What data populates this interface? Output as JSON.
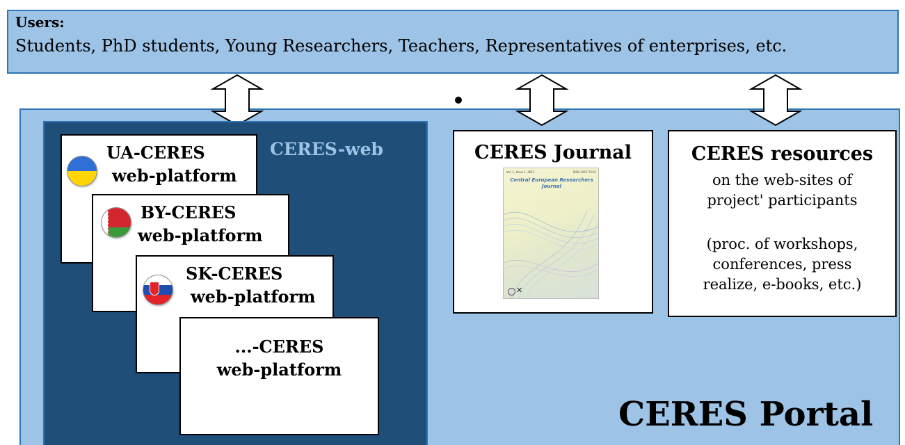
{
  "users": {
    "title": "Users:",
    "description": "Students, PhD students, Young Researchers, Teachers, Representatives of enterprises, etc."
  },
  "ceres_web": {
    "title": "CERES-web",
    "platforms": [
      {
        "line1": "UA-CERES",
        "line2": "web-platform",
        "flag": "ukraine-flag"
      },
      {
        "line1": "BY-CERES",
        "line2": "web-platform",
        "flag": "belarus-flag"
      },
      {
        "line1": "SK-CERES",
        "line2": "web-platform",
        "flag": "slovakia-flag"
      },
      {
        "line1": "...-CERES",
        "line2": "web-platform",
        "flag": ""
      }
    ]
  },
  "journal": {
    "title": "CERES Journal",
    "cover": {
      "header_left": "Vol. 1, Issue 1, 2015",
      "header_right": "ISSN 2415-7214",
      "title_line1": "Central European Researchers",
      "title_line2": "Journal"
    }
  },
  "resources": {
    "title": "CERES resources",
    "lines": [
      "on the web-sites of",
      "project' participants",
      "",
      "(proc. of workshops,",
      "conferences, press",
      "realize, e-books, etc.)"
    ]
  },
  "portal": {
    "title": "CERES Portal"
  },
  "colors": {
    "light_blue": "#9dc3e6",
    "border_blue": "#2e75b6",
    "dark_blue": "#1f4e79"
  }
}
